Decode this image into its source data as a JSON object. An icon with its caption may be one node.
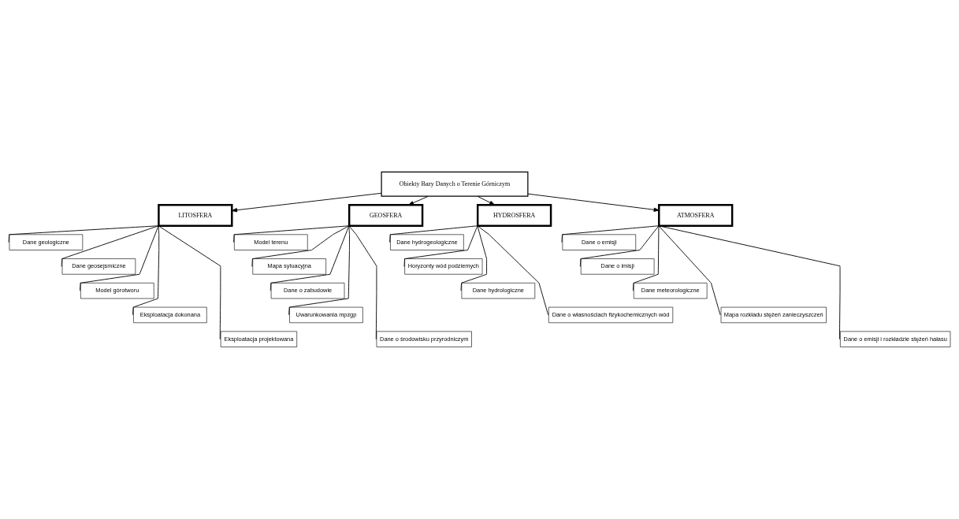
{
  "diagram": {
    "nodes": [
      {
        "text": [
          "Obiekty Bazy Danych o Terenie Górniczym"
        ]
      },
      {
        "text": [
          "LITOSFERA"
        ]
      },
      {
        "text": [
          "Dane geologiczne"
        ]
      },
      {
        "text": [
          "Dane geosejsmiczne"
        ]
      },
      {
        "text": [
          "Model górotworu"
        ]
      },
      {
        "text": [
          "Eksploatacja dokonana"
        ]
      },
      {
        "text": [
          "Eksploatacja projektowana"
        ]
      },
      {
        "text": [
          "GEOSFERA"
        ]
      },
      {
        "text": [
          "Model terenu"
        ]
      },
      {
        "text": [
          "Mapa sytuacyjna"
        ]
      },
      {
        "text": [
          "Dane o zabudowie"
        ]
      },
      {
        "text": [
          "Uwarunkowania mpzgp"
        ]
      },
      {
        "text": [
          "Dane o środowisku przyrodniczym"
        ]
      },
      {
        "text": [
          "HYDROSFERA"
        ]
      },
      {
        "text": [
          "Dane hydrogeologiczne"
        ]
      },
      {
        "text": [
          "Horyzonty wód podziemych"
        ]
      },
      {
        "text": [
          "Dane hydrologiczne"
        ]
      },
      {
        "text": [
          "Dane o własnościach fizykochemicznych wód"
        ]
      },
      {
        "text": [
          "ATMOSFERA"
        ]
      },
      {
        "text": [
          "Dane o emisji"
        ]
      },
      {
        "text": [
          "Dane o imisji"
        ]
      },
      {
        "text": [
          "Dane meteorologiczne"
        ]
      },
      {
        "text": [
          "Mapa rozkładu stężeń zanieczyszczeń"
        ]
      },
      {
        "text": [
          "Dane o emisji i rozkładzie stężeń hałasu"
        ]
      }
    ],
    "edges": [
      {
        "from": 0,
        "to": 1,
        "arrow": "to"
      },
      {
        "from": 0,
        "to": 7,
        "arrow": "to"
      },
      {
        "from": 0,
        "to": 13,
        "arrow": "to"
      },
      {
        "from": 0,
        "to": 18,
        "arrow": "to"
      },
      {
        "from": 1,
        "to": 2,
        "arrow": "none"
      },
      {
        "from": 1,
        "to": 3,
        "arrow": "none"
      },
      {
        "from": 1,
        "to": 4,
        "arrow": "none"
      },
      {
        "from": 1,
        "to": 5,
        "arrow": "none"
      },
      {
        "from": 1,
        "to": 6,
        "arrow": "none"
      },
      {
        "from": 7,
        "to": 8,
        "arrow": "none"
      },
      {
        "from": 7,
        "to": 9,
        "arrow": "none"
      },
      {
        "from": 7,
        "to": 10,
        "arrow": "none"
      },
      {
        "from": 7,
        "to": 11,
        "arrow": "none"
      },
      {
        "from": 7,
        "to": 12,
        "arrow": "none"
      },
      {
        "from": 13,
        "to": 14,
        "arrow": "none"
      },
      {
        "from": 13,
        "to": 15,
        "arrow": "none"
      },
      {
        "from": 13,
        "to": 16,
        "arrow": "none"
      },
      {
        "from": 13,
        "to": 17,
        "arrow": "none"
      },
      {
        "from": 18,
        "to": 19,
        "arrow": "none"
      },
      {
        "from": 18,
        "to": 20,
        "arrow": "none"
      },
      {
        "from": 18,
        "to": 21,
        "arrow": "none"
      },
      {
        "from": 18,
        "to": 22,
        "arrow": "none"
      },
      {
        "from": 18,
        "to": 23,
        "arrow": "none"
      }
    ]
  }
}
